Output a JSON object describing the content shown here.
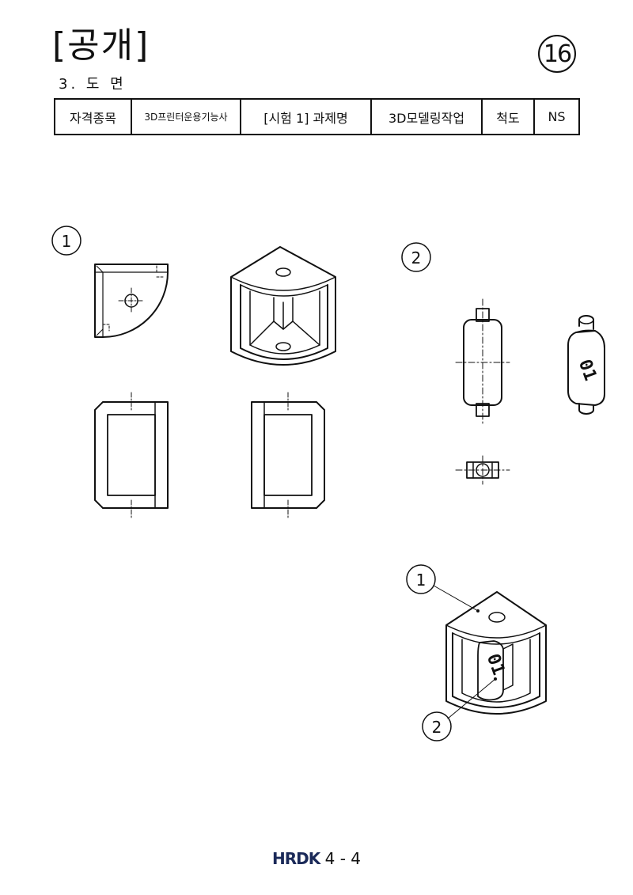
{
  "header": {
    "title": "[공개]",
    "subtitle": "3. 도 면",
    "page_badge": "16",
    "table": [
      "자격종목",
      "3D프린터운용기능사",
      "[시험 1] 과제명",
      "3D모델링작업",
      "척도",
      "NS"
    ]
  },
  "callouts": {
    "part1": "1",
    "part2": "2",
    "assembly_part1": "1",
    "assembly_part2": "2"
  },
  "engraving": "01",
  "footer": {
    "logo": "HRDK",
    "page": "4 - 4"
  }
}
